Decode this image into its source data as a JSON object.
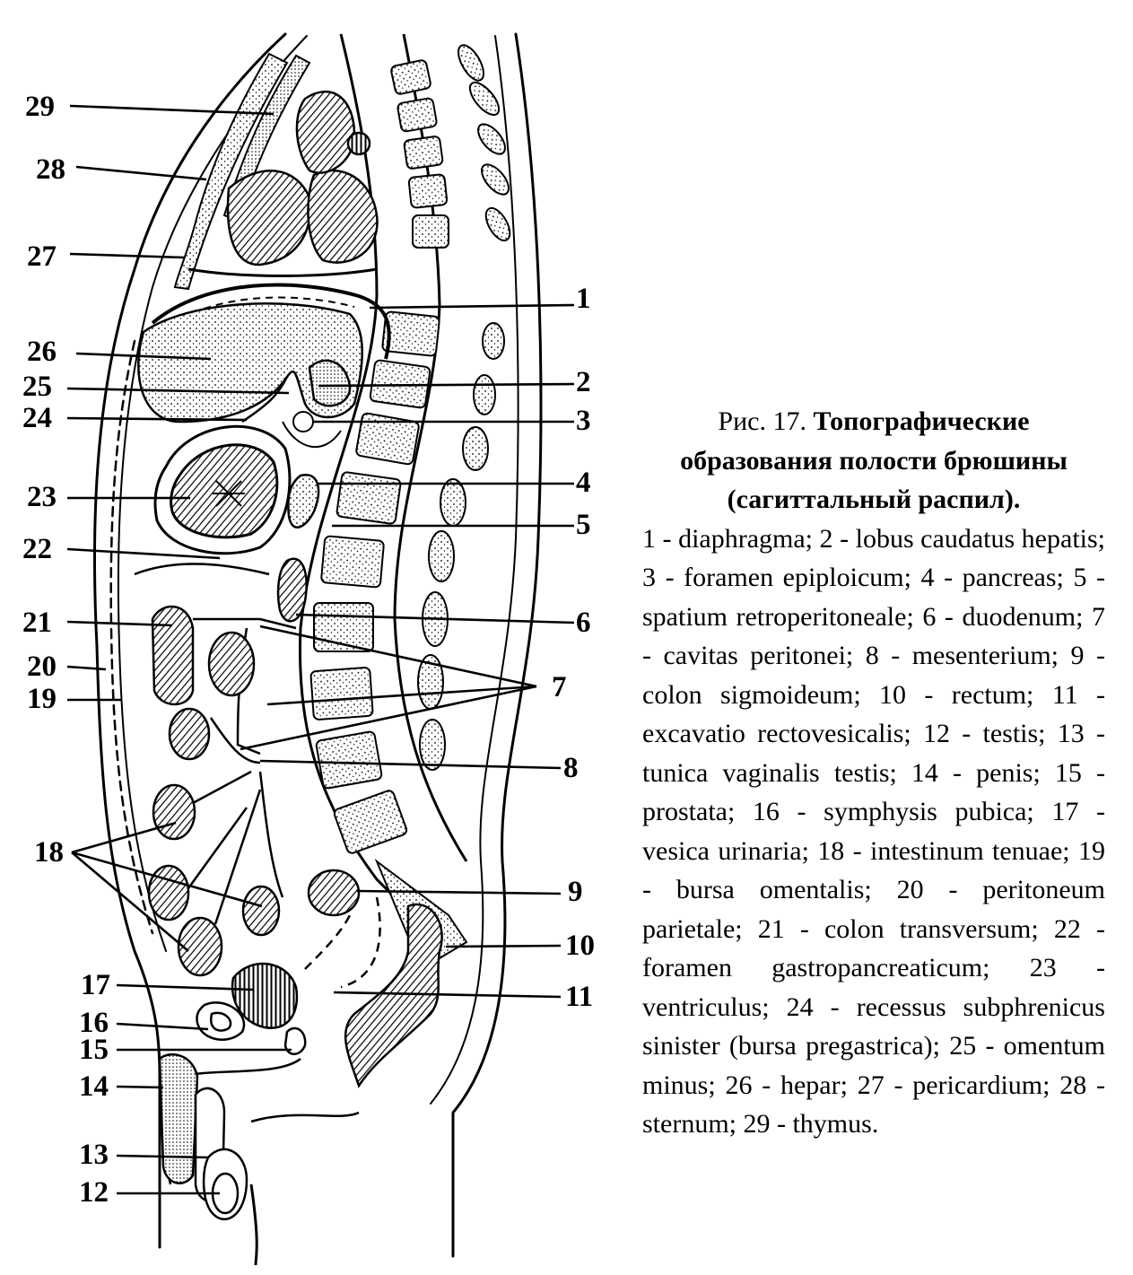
{
  "figure": {
    "labels": [
      {
        "id": "1",
        "text": "1"
      },
      {
        "id": "2",
        "text": "2"
      },
      {
        "id": "3",
        "text": "3"
      },
      {
        "id": "4",
        "text": "4"
      },
      {
        "id": "5",
        "text": "5"
      },
      {
        "id": "6",
        "text": "6"
      },
      {
        "id": "7",
        "text": "7"
      },
      {
        "id": "8",
        "text": "8"
      },
      {
        "id": "9",
        "text": "9"
      },
      {
        "id": "10",
        "text": "10"
      },
      {
        "id": "11",
        "text": "11"
      },
      {
        "id": "12",
        "text": "12"
      },
      {
        "id": "13",
        "text": "13"
      },
      {
        "id": "14",
        "text": "14"
      },
      {
        "id": "15",
        "text": "15"
      },
      {
        "id": "16",
        "text": "16"
      },
      {
        "id": "17",
        "text": "17"
      },
      {
        "id": "18",
        "text": "18"
      },
      {
        "id": "19",
        "text": "19"
      },
      {
        "id": "20",
        "text": "20"
      },
      {
        "id": "21",
        "text": "21"
      },
      {
        "id": "22",
        "text": "22"
      },
      {
        "id": "23",
        "text": "23"
      },
      {
        "id": "24",
        "text": "24"
      },
      {
        "id": "25",
        "text": "25"
      },
      {
        "id": "26",
        "text": "26"
      },
      {
        "id": "27",
        "text": "27"
      },
      {
        "id": "28",
        "text": "28"
      },
      {
        "id": "29",
        "text": "29"
      }
    ]
  },
  "caption": {
    "prefix": "Рис. 17.",
    "title": "Топографические образования полости брюшины (сагиттальный распил).",
    "legend": "1 - diaphragma; 2 - lobus caudatus hepatis; 3 - foramen epiploicum; 4 - pancreas; 5 - spatium retroperitoneale; 6 - duodenum; 7 - cavitas peritonei; 8 - mesenterium; 9 - colon sigmoideum; 10 - rectum; 11 - excavatio rectovesicalis; 12 - testis; 13 - tunica vaginalis testis; 14 - penis; 15 - prostata; 16 - symphysis pubica; 17 - vesica urinaria; 18 - intestinum tenuae; 19 - bursa omentalis; 20 - peritoneum parietale; 21 - colon transversum; 22 - foramen gastropancreaticum; 23 - ventriculus; 24 - recessus subphrenicus sinister (bursa pregastrica); 25 - omentum minus; 26 - hepar; 27 - pericardium; 28 - sternum; 29 - thymus."
  }
}
